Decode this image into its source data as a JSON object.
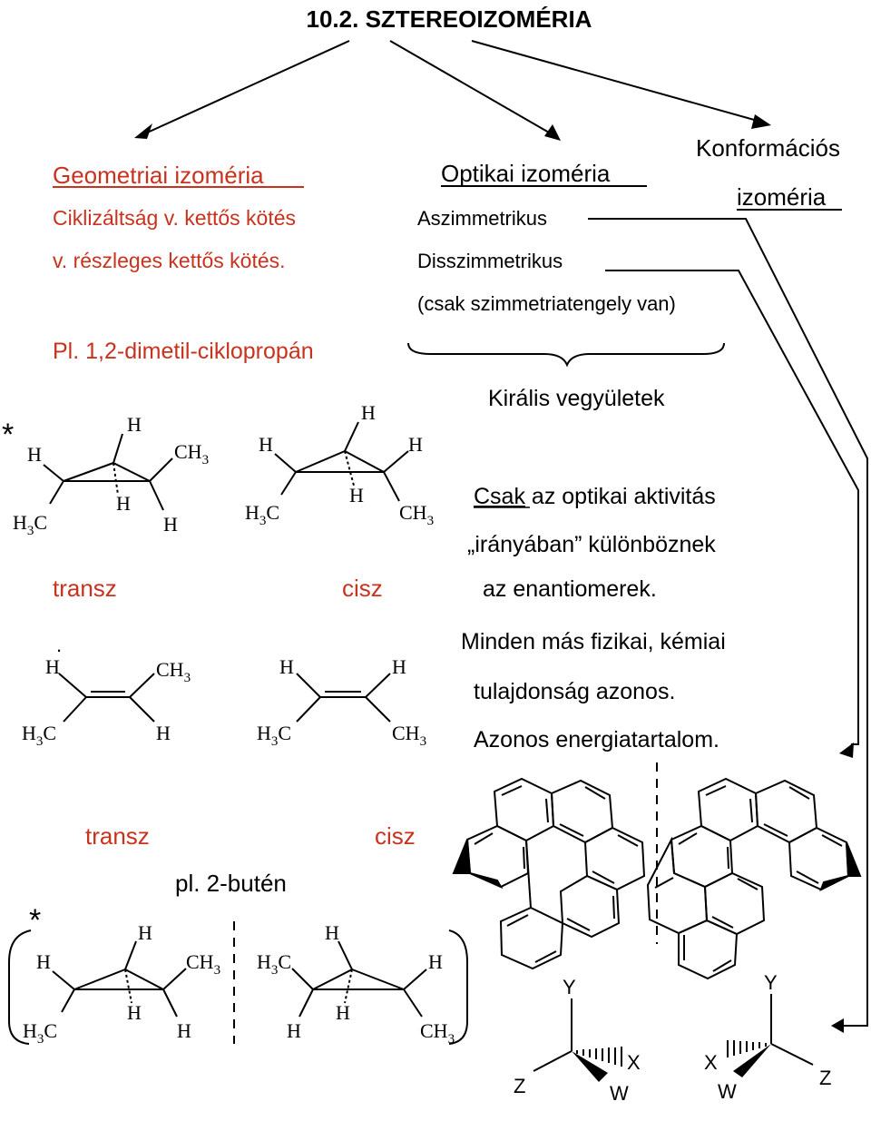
{
  "title": "10.2. SZTEREOIZOMÉRIA",
  "colors": {
    "red": "#c8321e",
    "black": "#000000"
  },
  "geometric": {
    "heading": "Geometriai izoméria",
    "line1": "Ciklizáltság v. kettős kötés",
    "line2": "v. részleges kettős kötés.",
    "example": "Pl. 1,2-dimetil-ciklopropán",
    "trans": "transz",
    "cis": "cisz",
    "dot": "."
  },
  "optical": {
    "heading": "Optikai izoméria",
    "asym": "Aszimmetrikus",
    "dissym": "Disszimmetrikus",
    "note": "(csak szimmetriatengely van)",
    "chiral": "Királis vegyületek",
    "text1_u": "Csak",
    "text1": " az optikai aktivitás",
    "text2": "„irányában” különböznek",
    "text3": "az enantiomerek.",
    "text4": "Minden más fizikai, kémiai",
    "text5": "tulajdonság azonos.",
    "text6": "Azonos energiatartalom."
  },
  "conformational": {
    "line1": "Konformációs",
    "line2": "izoméria"
  },
  "butene": {
    "trans": "transz",
    "cis": "cisz",
    "example": "pl. 2-butén"
  },
  "atoms": {
    "H": "H",
    "C": "C",
    "sub3": "3",
    "CH3": "CH",
    "H3C": "H",
    "X": "X",
    "Y": "Y",
    "Z": "Z",
    "W": "W",
    "star": "*"
  }
}
